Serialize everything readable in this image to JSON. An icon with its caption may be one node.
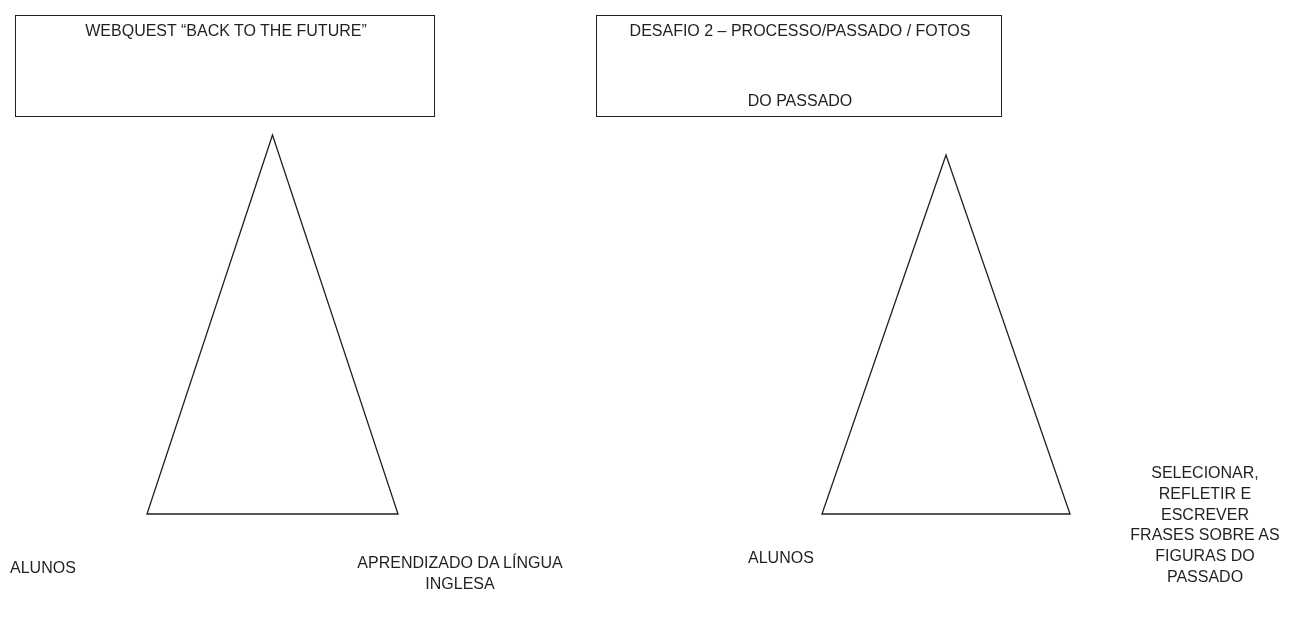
{
  "diagram": {
    "nodes": [
      {
        "text": [
          "WEBQUEST “BACK TO THE FUTURE”"
        ]
      },
      {
        "text": [],
        "shape": "triangle"
      },
      {
        "text": [
          "DESAFIO 2 – PROCESSO/PASSADO / FOTOS DO PASSADO"
        ]
      },
      {
        "text": [],
        "shape": "triangle"
      }
    ],
    "edges": [],
    "labels": [
      "SELECIONAR, REFLETIR E ESCREVER FRASES SOBRE AS FIGURAS DO PASSADO",
      "ALUNOS",
      "APRENDIZADO DA LÍNGUA INGLESA",
      "ALUNOS"
    ]
  }
}
